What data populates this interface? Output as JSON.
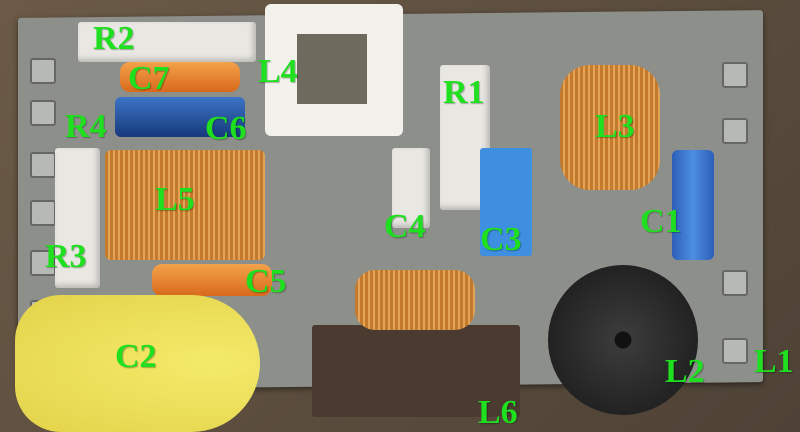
{
  "labels": {
    "R2": "R2",
    "C7": "C7",
    "L4": "L4",
    "R1": "R1",
    "L3": "L3",
    "R4": "R4",
    "C6": "C6",
    "L5": "L5",
    "C4": "C4",
    "C3": "C3",
    "C1": "C1",
    "R3": "R3",
    "C5": "C5",
    "C2": "C2",
    "L6": "L6",
    "L2": "L2",
    "L1": "L1"
  },
  "label_color": "#1fe01f",
  "board_color": "#8d8f8b"
}
